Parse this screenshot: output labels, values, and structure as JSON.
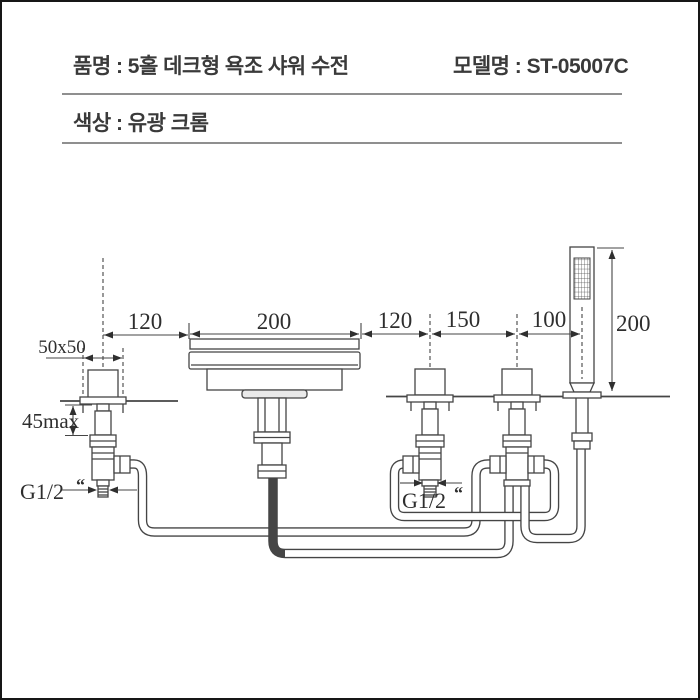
{
  "header": {
    "product": "품명 : 5홀 데크형 욕조 샤워 수전",
    "model": "모델명 : ST-05007C",
    "color": "색상 : 유광 크롬"
  },
  "diagram": {
    "dims": {
      "base_plate": "50x50",
      "offset_left": "120",
      "spout_width": "200",
      "offset_right": "120",
      "valve_spacing": "150",
      "shower_offset": "100",
      "shower_height": "200",
      "deck_max": "45max",
      "thread_left": "G1/2",
      "thread_left_inch": "“",
      "thread_right": "G1/2",
      "thread_right_inch": "“"
    },
    "colors": {
      "line": "#454545",
      "text": "#2e2e2e"
    }
  }
}
